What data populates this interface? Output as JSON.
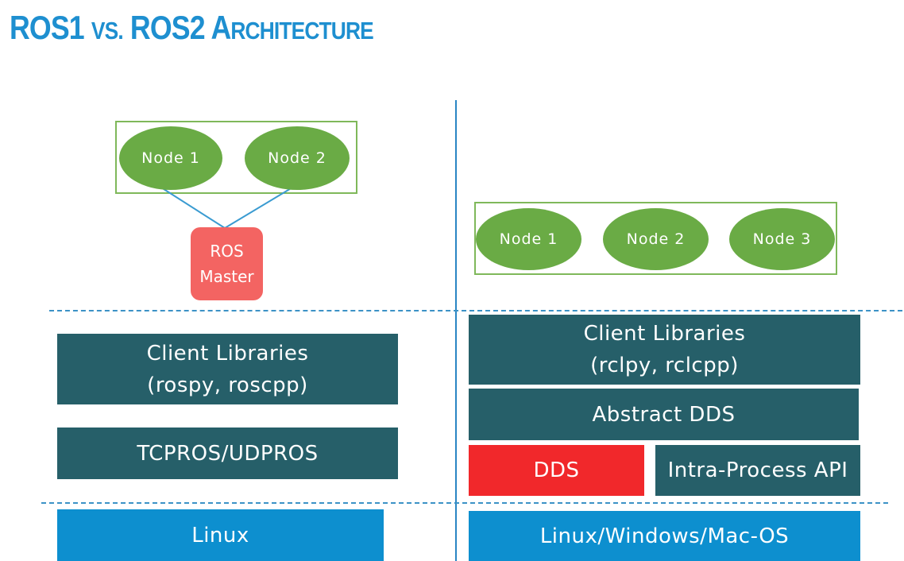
{
  "title": {
    "main_a": "ROS1 ",
    "vs": "VS.",
    "main_b": " ROS2 A",
    "rest": "RCHITECTURE"
  },
  "colors": {
    "title": "#1e8fd0",
    "node_green": "#6aab45",
    "group_border": "#7fb85a",
    "master_red": "#f36462",
    "layer_teal": "#265f69",
    "layer_blue": "#0d8fcf",
    "dds_red": "#f1282b",
    "divider_blue": "#2a86c4"
  },
  "ros1": {
    "nodes": [
      "Node 1",
      "Node 2"
    ],
    "master": {
      "line1": "ROS",
      "line2": "Master"
    },
    "client_libraries": {
      "line1": "Client Libraries",
      "line2": "(rospy, roscpp)"
    },
    "transport": "TCPROS/UDPROS",
    "os": "Linux"
  },
  "ros2": {
    "nodes": [
      "Node 1",
      "Node 2",
      "Node 3"
    ],
    "client_libraries": {
      "line1": "Client Libraries",
      "line2": "(rclpy, rclcpp)"
    },
    "abstract_dds": "Abstract DDS",
    "dds": "DDS",
    "intra_process": "Intra-Process API",
    "os": "Linux/Windows/Mac-OS"
  }
}
